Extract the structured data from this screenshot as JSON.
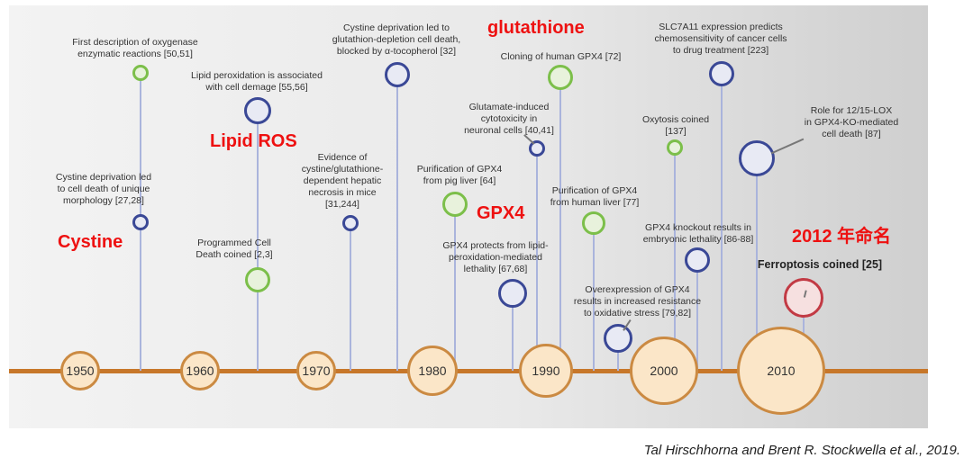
{
  "citation": "Tal Hirschhorna and Brent R. Stockwella et al., 2019.",
  "decades": [
    "1950",
    "1960",
    "1970",
    "1980",
    "1990",
    "2000",
    "2010"
  ],
  "events": [
    {
      "id": "oxygenase",
      "text": "First description of oxygenase\nenzymatic reactions [50,51]",
      "color": "green"
    },
    {
      "id": "cystine-death",
      "text": "Cystine deprivation led\nto cell death of unique\nmorphology [27,28]",
      "color": "blue"
    },
    {
      "id": "lipid-perox",
      "text": "Lipid peroxidation is associated\nwith cell demage [55,56]",
      "color": "blue"
    },
    {
      "id": "pcd",
      "text": "Programmed Cell\nDeath coined [2,3]",
      "color": "green"
    },
    {
      "id": "hepatic",
      "text": "Evidence of\ncystine/glutathione-\ndependent hepatic\nnecrosis in mice\n[31,244]",
      "color": "blue"
    },
    {
      "id": "tocopherol",
      "text": "Cystine deprivation led to\nglutathion-depletion cell death,\nblocked by α-tocopherol [32]",
      "color": "blue"
    },
    {
      "id": "gpx4-pig",
      "text": "Purification of GPX4\nfrom pig liver [64]",
      "color": "green"
    },
    {
      "id": "gpx4-protects",
      "text": "GPX4 protects from lipid-\nperoxidation-mediated\nlethality [67,68]",
      "color": "blue"
    },
    {
      "id": "glutamate",
      "text": "Glutamate-induced\ncytotoxicity in\nneuronal cells [40,41]",
      "color": "blue"
    },
    {
      "id": "gpx4-clone",
      "text": "Cloning of human GPX4 [72]",
      "color": "green"
    },
    {
      "id": "gpx4-human",
      "text": "Purification of GPX4\nfrom human liver [77]",
      "color": "green"
    },
    {
      "id": "overexpression",
      "text": "Overexpression of GPX4\nresults in increased resistance\nto oxidative stress [79,82]",
      "color": "blue"
    },
    {
      "id": "oxytosis",
      "text": "Oxytosis coined\n[137]",
      "color": "green"
    },
    {
      "id": "slc7a11",
      "text": "SLC7A11 expression predicts\nchemosensitivity of cancer cells\nto drug treatment [223]",
      "color": "blue"
    },
    {
      "id": "gpx4-ko",
      "text": "GPX4 knockout results in\nembryonic lethality [86-88]",
      "color": "blue"
    },
    {
      "id": "lox",
      "text": "Role for 12/15-LOX\nin GPX4-KO-mediated\ncell death [87]",
      "color": "blue"
    },
    {
      "id": "ferroptosis",
      "text": "Ferroptosis coined [25]",
      "color": "red"
    }
  ],
  "annotations": {
    "cystine": "Cystine",
    "lipid_ros": "Lipid ROS",
    "glutathione": "glutathione",
    "gpx4": "GPX4",
    "named_2012": "2012 年命名"
  },
  "colors": {
    "annotation_red": "#ee1111",
    "axis": "#c7772a",
    "green": "#7cbf4a",
    "blue": "#3a4896",
    "red": "#c23a44"
  }
}
